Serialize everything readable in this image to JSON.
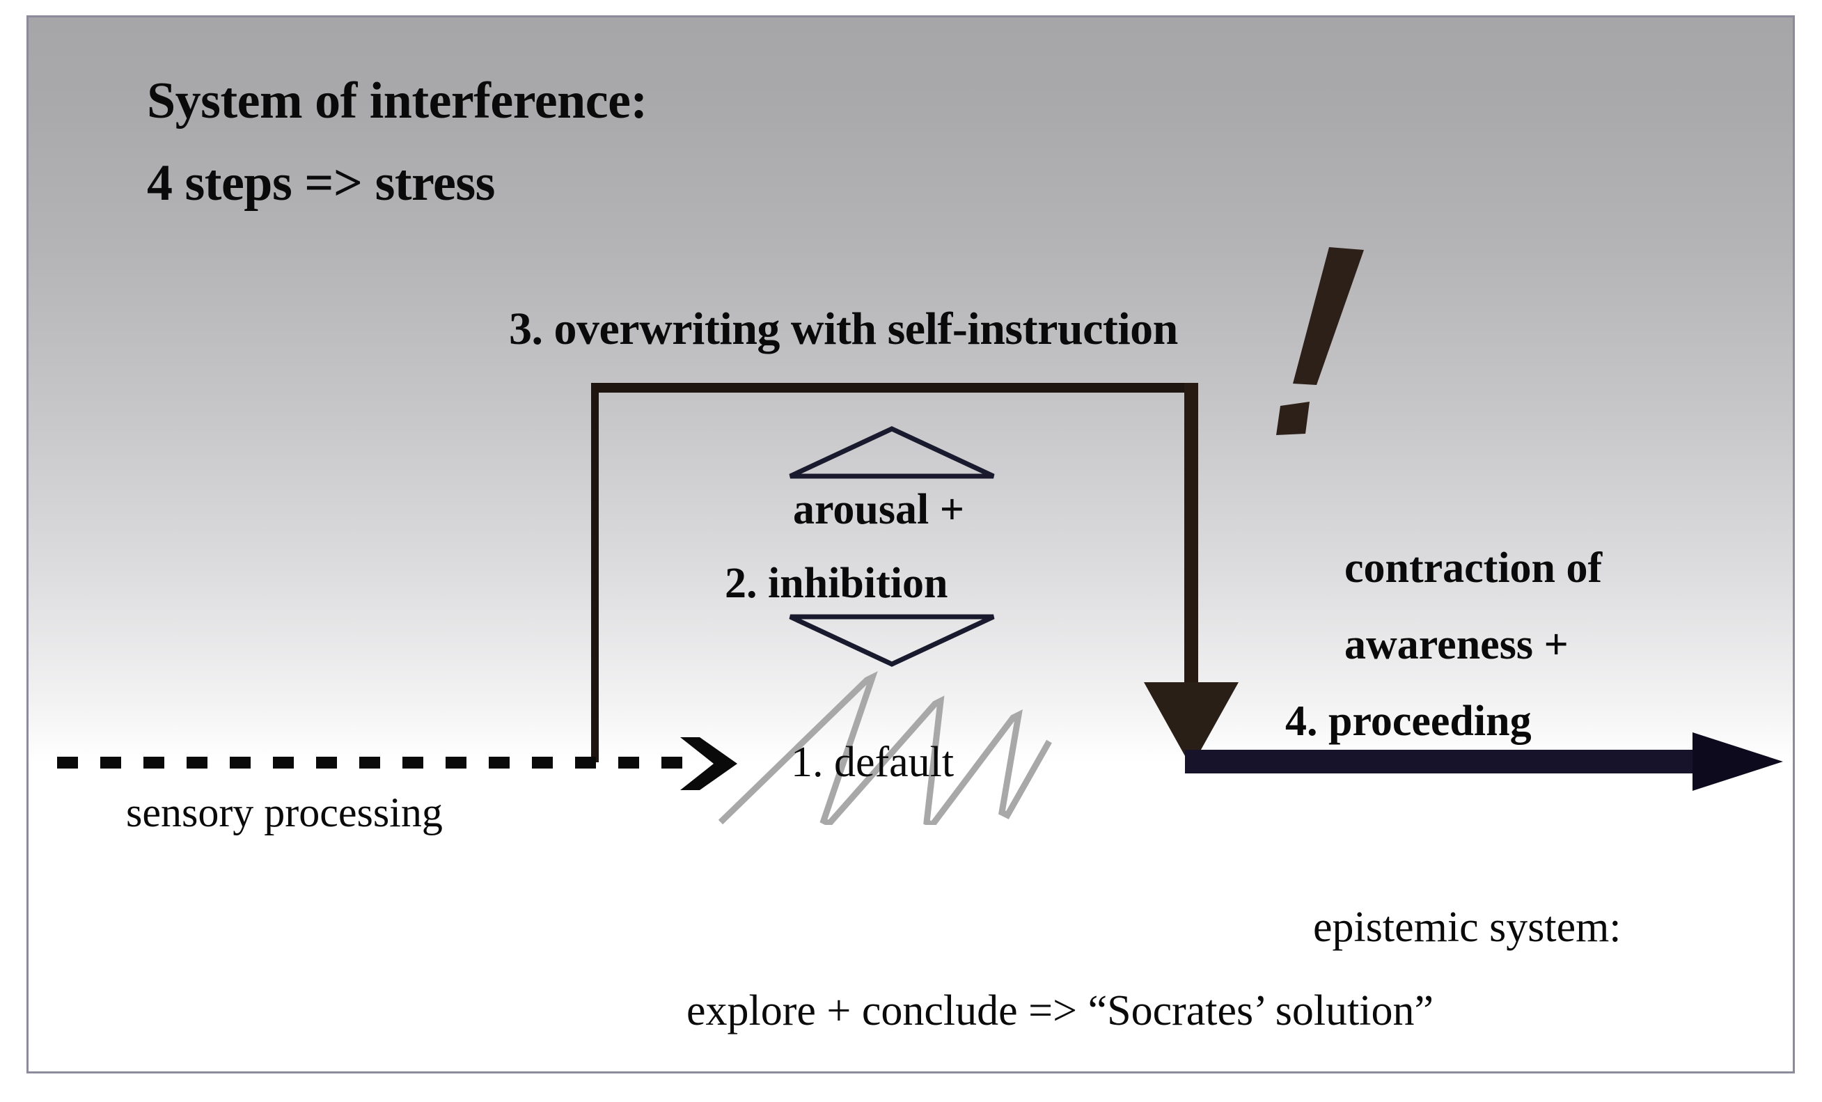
{
  "figure": {
    "title_line1": "System of interference:",
    "title_line2": "4 steps => stress",
    "steps": {
      "step1": "1. default",
      "step2": "2.  inhibition",
      "step2_upper": "arousal +",
      "step3": "3.  overwriting with self-instruction",
      "step4": "4. proceeding",
      "step4_line1": "contraction of",
      "step4_line2": "awareness +"
    },
    "input_label": "sensory processing",
    "emphasis_mark": "!",
    "footer": {
      "line1": "epistemic system:",
      "line2": "explore + conclude => “Socrates’ solution”"
    },
    "colors": {
      "background_top": "#a6a6a8",
      "background_bottom": "#ffffff",
      "border": "#8b8b9c",
      "bracket": "#1f1510",
      "exclamation": "#2d2019",
      "main_arrow": "#16132a",
      "zigzag": "#a8a8a8",
      "triangle_outline": "#1a1a2e",
      "text": "#0a0a0a"
    },
    "icons": {
      "dashed_arrow": "dashed-right-arrow-icon",
      "down_arrow": "down-arrow-icon",
      "right_arrow": "right-arrow-icon",
      "triangle_up": "triangle-up-icon",
      "triangle_down": "triangle-down-icon",
      "zigzag": "zigzag-icon",
      "exclamation": "exclamation-mark-icon"
    }
  }
}
